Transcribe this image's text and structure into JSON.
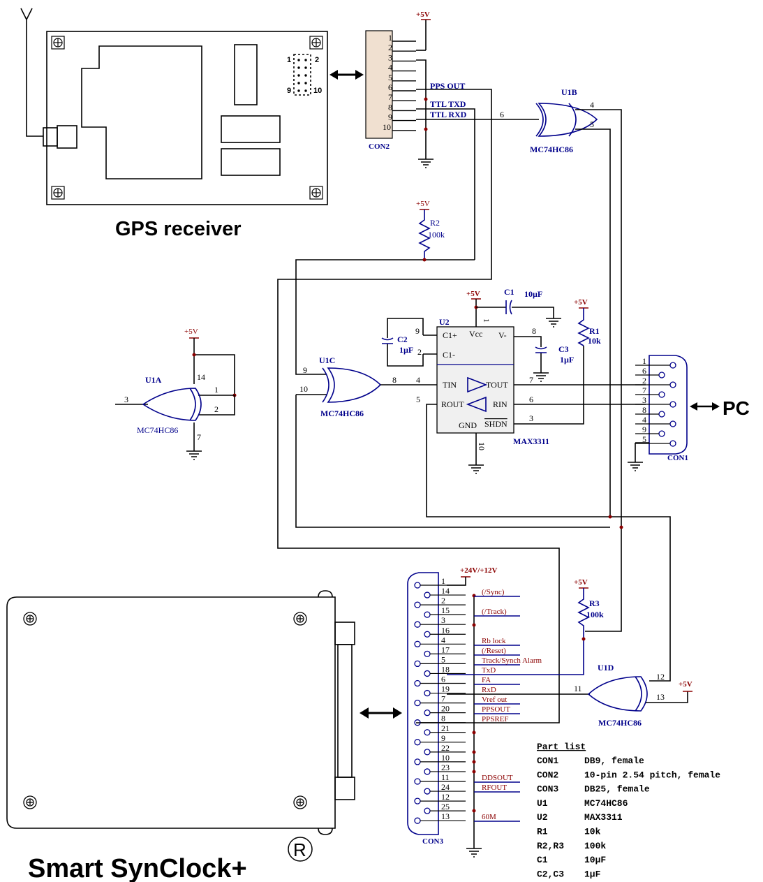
{
  "labels": {
    "gps_receiver": "GPS receiver",
    "smart_synclock": "Smart SynClock+",
    "registered": "R",
    "pc": "PC"
  },
  "power": {
    "p5v": "+5V",
    "p24": "+24V/+12V"
  },
  "gps_header": {
    "p1": "1",
    "p2": "2",
    "p9": "9",
    "p10": "10"
  },
  "con2": {
    "name": "CON2",
    "pins": [
      "1",
      "2",
      "3",
      "4",
      "5",
      "6",
      "7",
      "8",
      "9",
      "10"
    ],
    "pps_out": "PPS OUT",
    "ttl_txd": "TTL TXD",
    "ttl_rxd": "TTL RXD"
  },
  "u1a": {
    "name": "U1A",
    "part": "MC74HC86",
    "pin3": "3",
    "pin1": "1",
    "pin2": "2",
    "pin14": "14",
    "pin7": "7"
  },
  "u1b": {
    "name": "U1B",
    "part": "MC74HC86",
    "pin6": "6",
    "pin4": "4",
    "pin5": "5"
  },
  "u1c": {
    "name": "U1C",
    "part": "MC74HC86",
    "pin9": "9",
    "pin10": "10",
    "pin8": "8"
  },
  "u1d": {
    "name": "U1D",
    "part": "MC74HC86",
    "pin11": "11",
    "pin12": "12",
    "pin13": "13"
  },
  "u2": {
    "name": "U2",
    "part": "MAX3311",
    "c1p": "C1+",
    "c1m": "C1-",
    "vcc": "Vcc",
    "vm": "V-",
    "tin": "TIN",
    "rout": "ROUT",
    "tout": "TOUT",
    "rin": "RIN",
    "gnd": "GND",
    "shdn": "SHDN",
    "p9": "9",
    "p2": "2",
    "p1": "1",
    "p8": "8",
    "p4": "4",
    "p5": "5",
    "p7": "7",
    "p6": "6",
    "p3": "3",
    "p10": "10"
  },
  "components": {
    "c1": "C1",
    "c1v": "10µF",
    "c2": "C2",
    "c2v": "1µF",
    "c3": "C3",
    "c3v": "1µF",
    "r1": "R1",
    "r1v": "10k",
    "r2": "R2",
    "r2v": "100k",
    "r3": "R3",
    "r3v": "100k"
  },
  "con1": {
    "name": "CON1",
    "pins": [
      "1",
      "6",
      "2",
      "7",
      "3",
      "8",
      "4",
      "9",
      "5"
    ]
  },
  "con3": {
    "name": "CON3",
    "pins": [
      "1",
      "14",
      "2",
      "15",
      "3",
      "16",
      "4",
      "17",
      "5",
      "18",
      "6",
      "19",
      "7",
      "20",
      "8",
      "21",
      "9",
      "22",
      "10",
      "23",
      "11",
      "24",
      "12",
      "25",
      "13"
    ],
    "signals": {
      "sync": "(/Sync)",
      "track": "(/Track)",
      "rb_lock": "Rb lock",
      "reset": "(/Reset)",
      "alarm": "Track/Synch Alarm",
      "txd": "TxD",
      "fa": "FA",
      "rxd": "RxD",
      "vref": "Vref out",
      "ppsout": "PPSOUT",
      "ppsref": "PPSREF",
      "ddsout": "DDSOUT",
      "rfout": "RFOUT",
      "m60": "60M"
    }
  },
  "part_list": {
    "title": "Part list",
    "rows": [
      {
        "ref": "CON1",
        "desc": "DB9, female"
      },
      {
        "ref": "CON2",
        "desc": "10-pin 2.54 pitch, female"
      },
      {
        "ref": "CON3",
        "desc": "DB25, female"
      },
      {
        "ref": "U1",
        "desc": "MC74HC86"
      },
      {
        "ref": "U2",
        "desc": "MAX3311"
      },
      {
        "ref": "R1",
        "desc": "10k"
      },
      {
        "ref": "R2,R3",
        "desc": "100k"
      },
      {
        "ref": "C1",
        "desc": "10µF"
      },
      {
        "ref": "C2,C3",
        "desc": "1µF"
      }
    ]
  }
}
